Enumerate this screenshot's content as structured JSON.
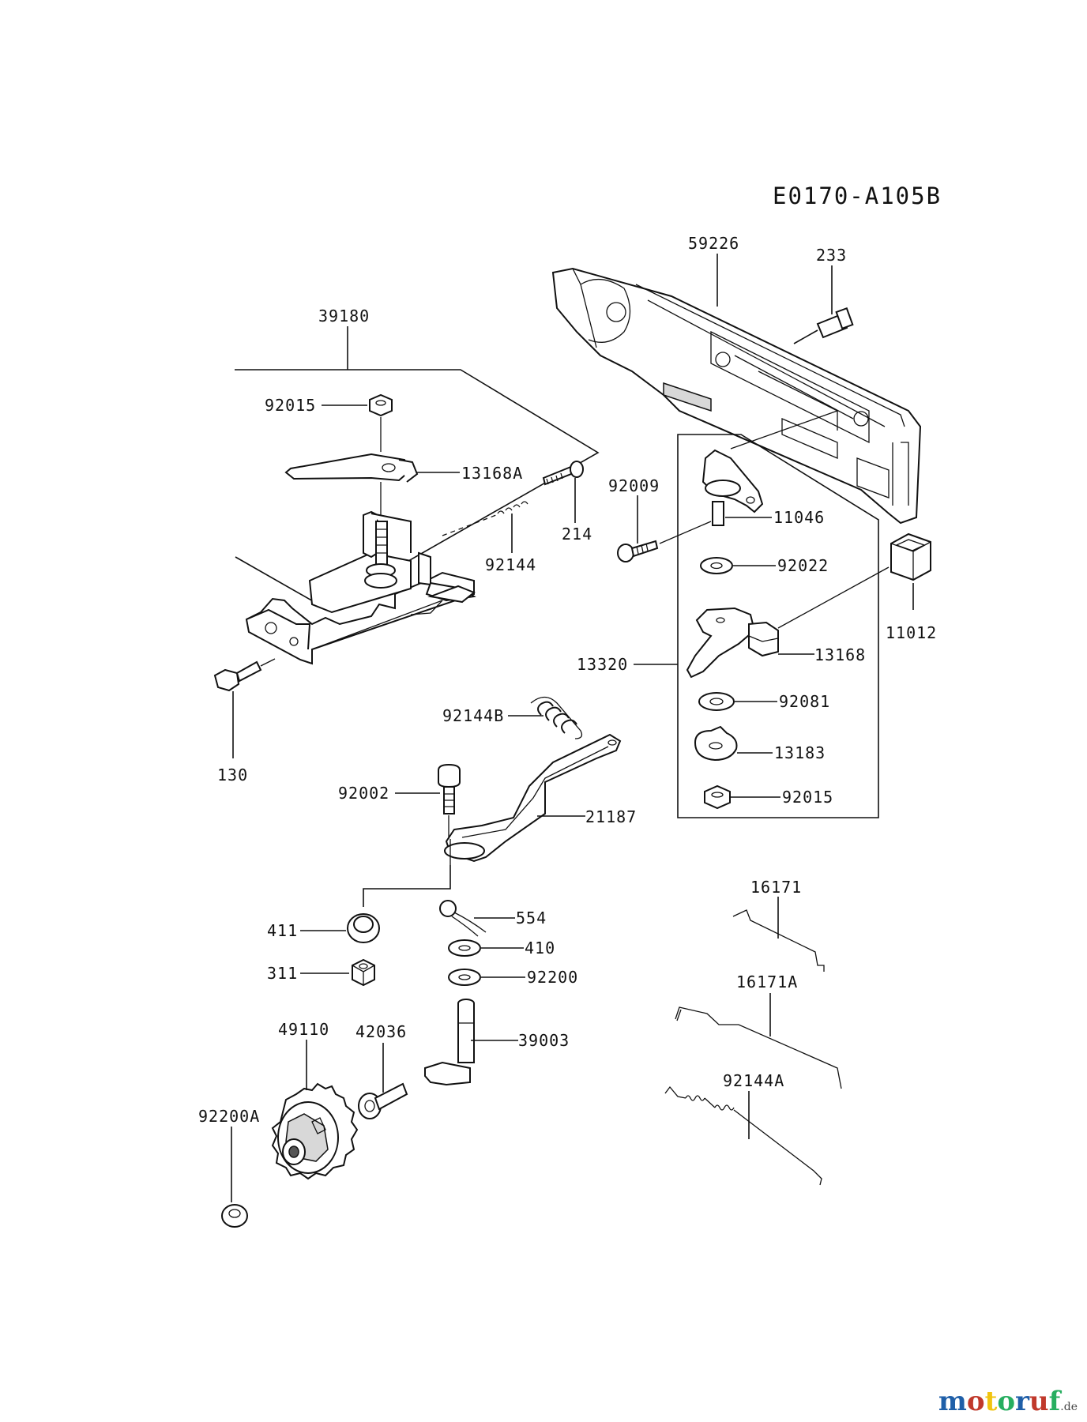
{
  "diagram_code": "E0170-A105B",
  "labels": {
    "p59226": "59226",
    "p233": "233",
    "p39180": "39180",
    "p92015a": "92015",
    "p13168A": "13168A",
    "p214": "214",
    "p92144": "92144",
    "p130": "130",
    "p92009": "92009",
    "p11046": "11046",
    "p92022": "92022",
    "p11012": "11012",
    "p13320": "13320",
    "p13168": "13168",
    "p92081": "92081",
    "p13183": "13183",
    "p92015b": "92015",
    "p92144B": "92144B",
    "p92002": "92002",
    "p21187": "21187",
    "p411": "411",
    "p554": "554",
    "p410": "410",
    "p311": "311",
    "p92200": "92200",
    "p49110": "49110",
    "p42036": "42036",
    "p39003": "39003",
    "p92200A": "92200A",
    "p16171": "16171",
    "p16171A": "16171A",
    "p92144A": "92144A"
  },
  "watermark": {
    "text": "motoruf",
    "suffix": ".de",
    "colors": [
      "#1f5fa8",
      "#c0392b",
      "#f1c40f",
      "#27ae60",
      "#1f5fa8",
      "#c0392b",
      "#27ae60"
    ]
  }
}
